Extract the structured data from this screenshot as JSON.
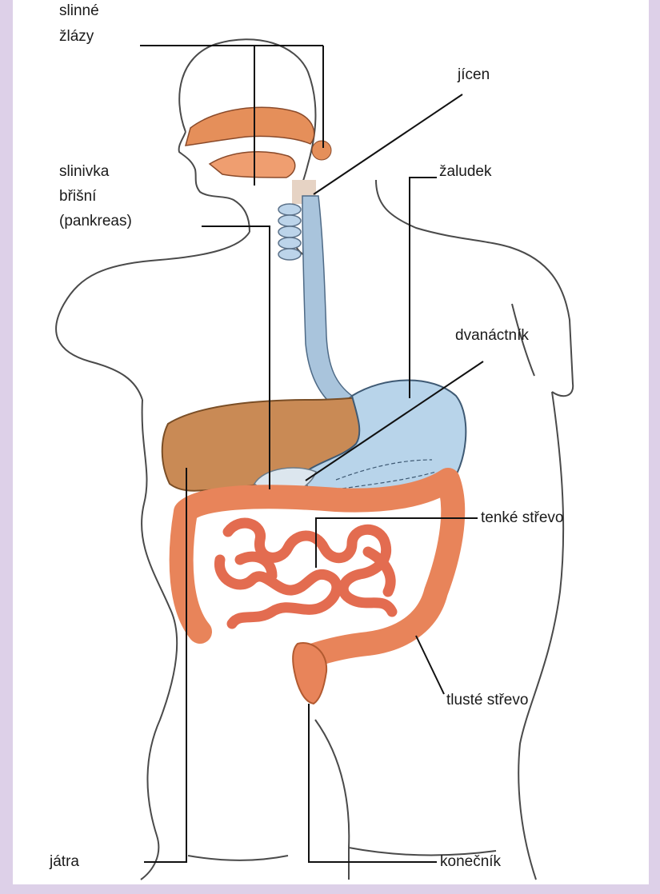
{
  "colors": {
    "background": "#ddd0e8",
    "outline": "#4a4a4a",
    "leader_line": "#111111",
    "liver": "#c98a55",
    "stomach": "#b8d4ea",
    "esophagus": "#a9c4dc",
    "intestine": "#e8845a",
    "mouth": "#e58f5a"
  },
  "labels": {
    "salivary_glands_1": "slinné",
    "salivary_glands_2": "žlázy",
    "esophagus": "jícen",
    "pancreas_1": "slinivka",
    "pancreas_2": "břišní",
    "pancreas_3": "(pankreas)",
    "stomach": "žaludek",
    "duodenum": "dvanáctník",
    "small_intestine": "tenké střevo",
    "large_intestine": "tlusté střevo",
    "liver": "játra",
    "rectum": "konečník"
  }
}
